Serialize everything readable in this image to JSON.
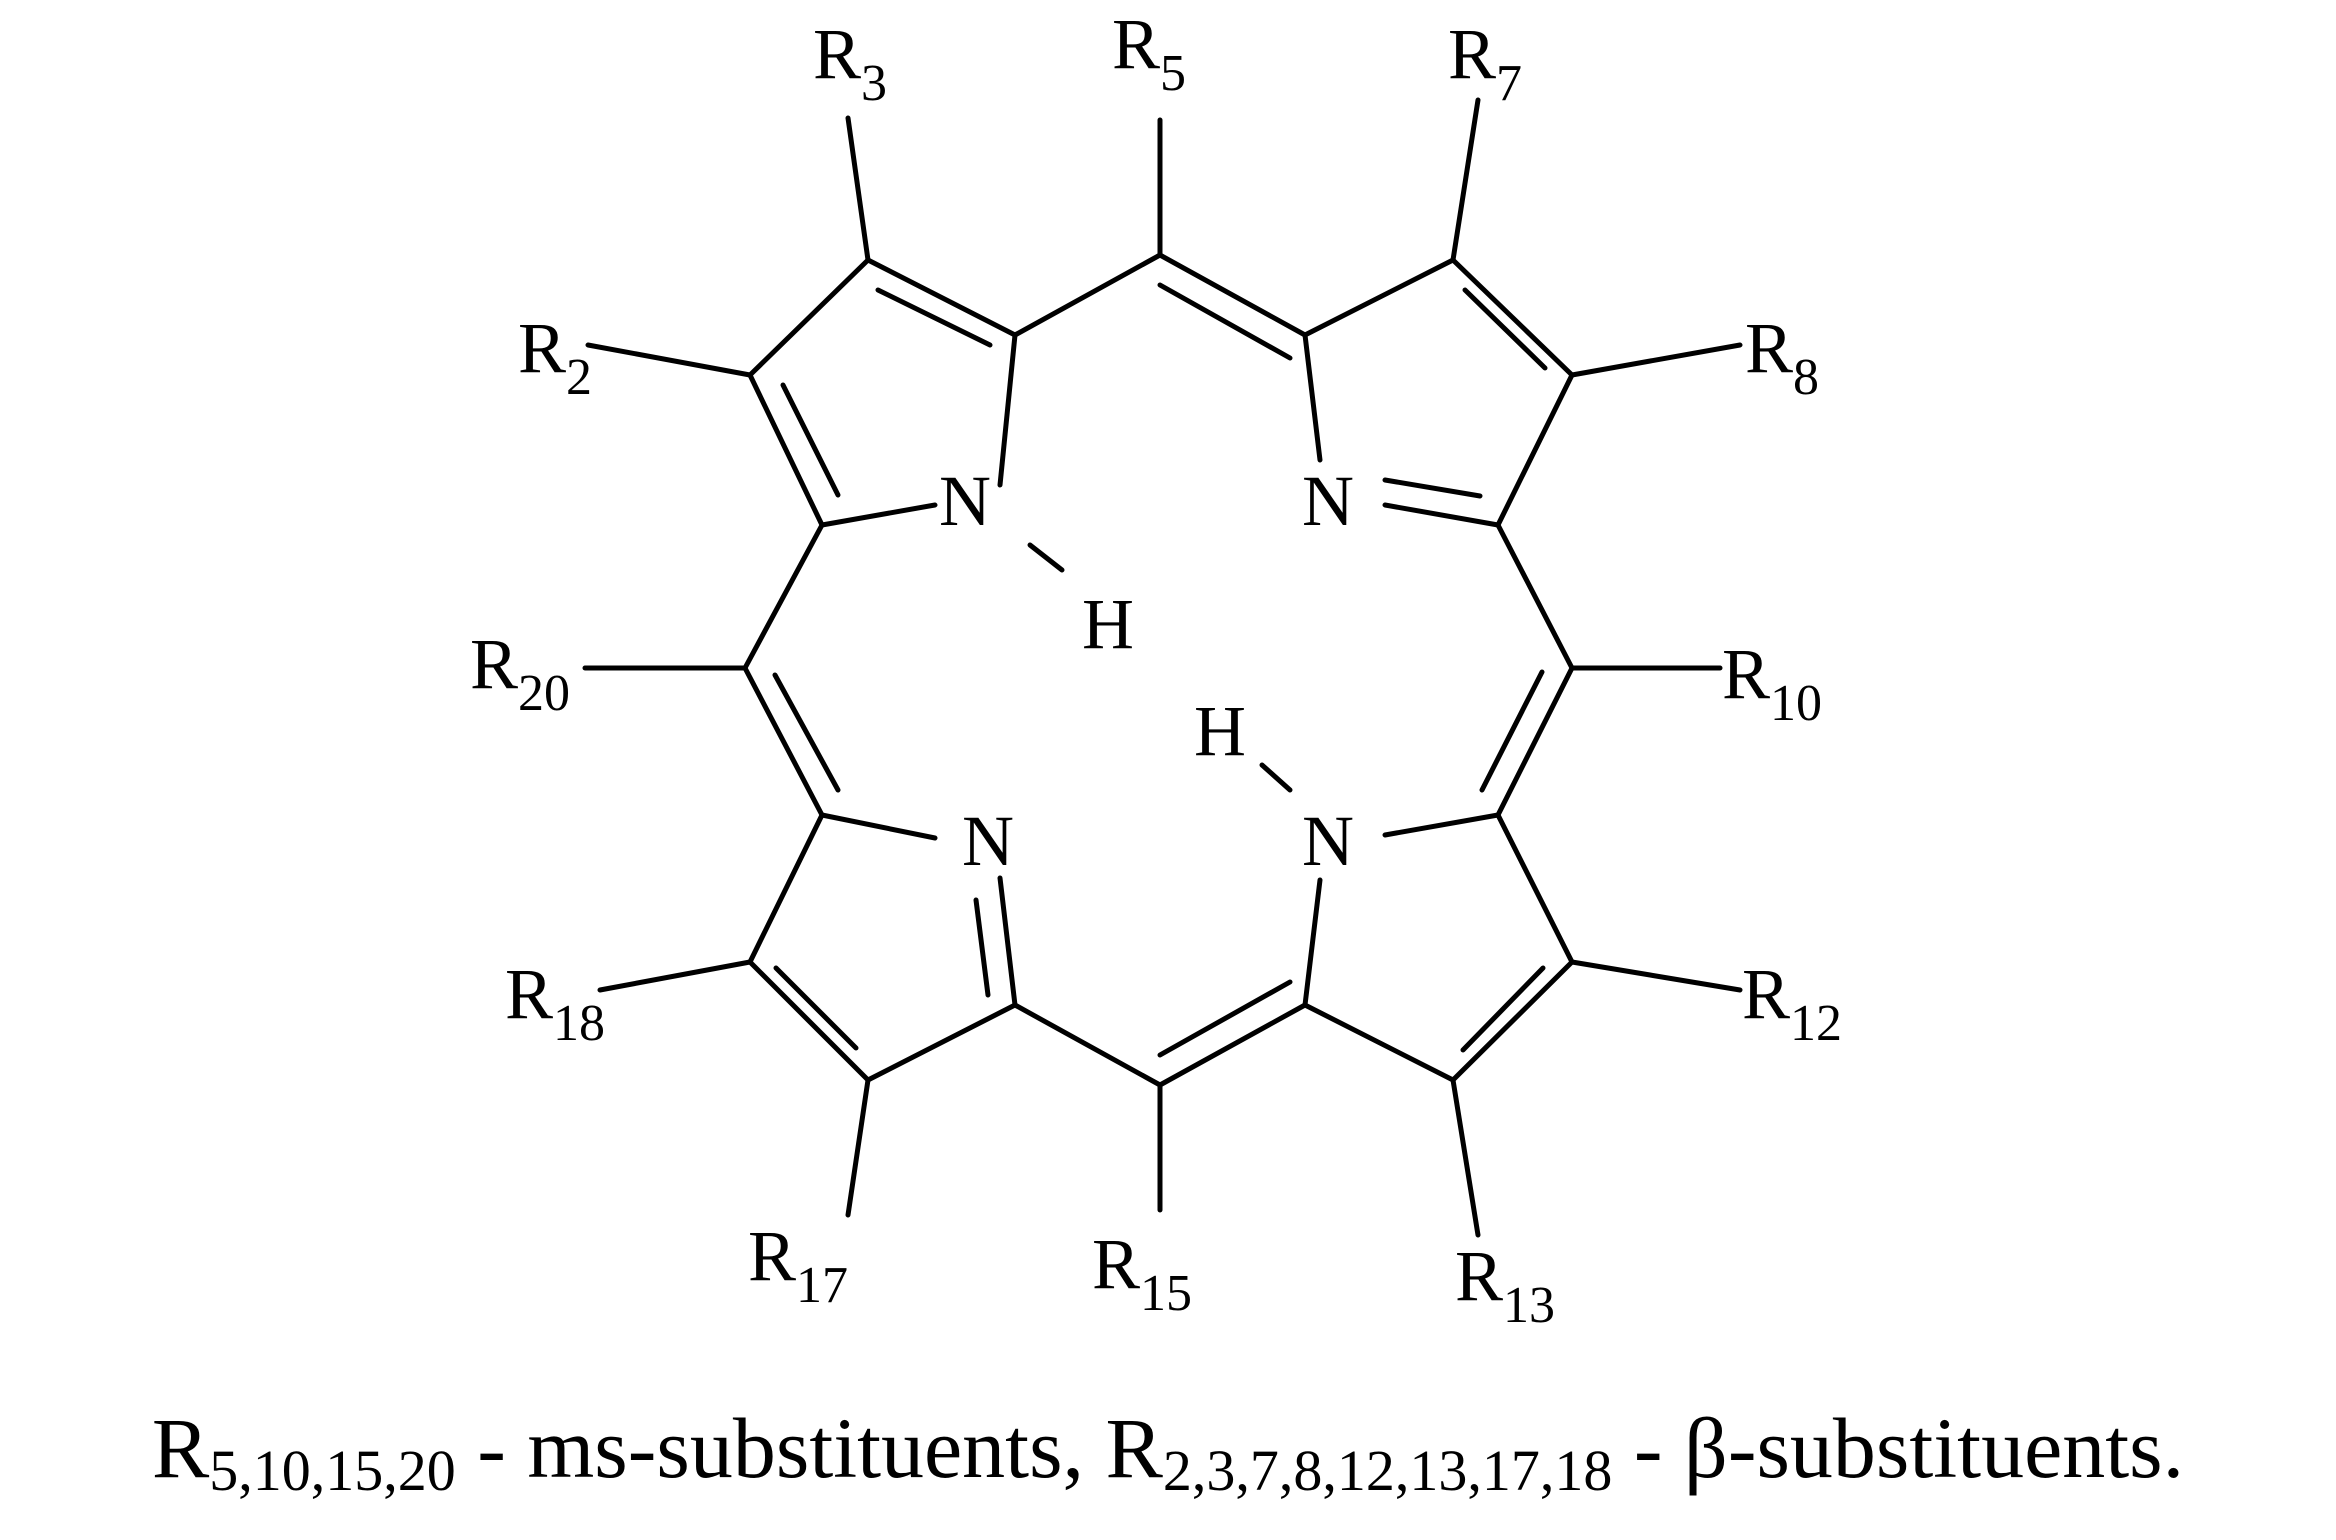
{
  "atoms": {
    "n_top_left": "N",
    "h_top_left": "H",
    "n_top_right": "N",
    "n_bottom_left": "N",
    "n_bottom_right": "N",
    "h_bottom_right": "H"
  },
  "substituents": [
    {
      "id": "r2",
      "base": "R",
      "sub": "2"
    },
    {
      "id": "r3",
      "base": "R",
      "sub": "3"
    },
    {
      "id": "r5",
      "base": "R",
      "sub": "5"
    },
    {
      "id": "r7",
      "base": "R",
      "sub": "7"
    },
    {
      "id": "r8",
      "base": "R",
      "sub": "8"
    },
    {
      "id": "r10",
      "base": "R",
      "sub": "10"
    },
    {
      "id": "r12",
      "base": "R",
      "sub": "12"
    },
    {
      "id": "r13",
      "base": "R",
      "sub": "13"
    },
    {
      "id": "r15",
      "base": "R",
      "sub": "15"
    },
    {
      "id": "r17",
      "base": "R",
      "sub": "17"
    },
    {
      "id": "r18",
      "base": "R",
      "sub": "18"
    },
    {
      "id": "r20",
      "base": "R",
      "sub": "20"
    }
  ],
  "caption": {
    "r1": "R",
    "sub1": "5,10,15,20",
    "text1": " - ms-substituents, ",
    "r2": "R",
    "sub2": "2,3,7,8,12,13,17,18",
    "text2": " - β-substituents."
  }
}
